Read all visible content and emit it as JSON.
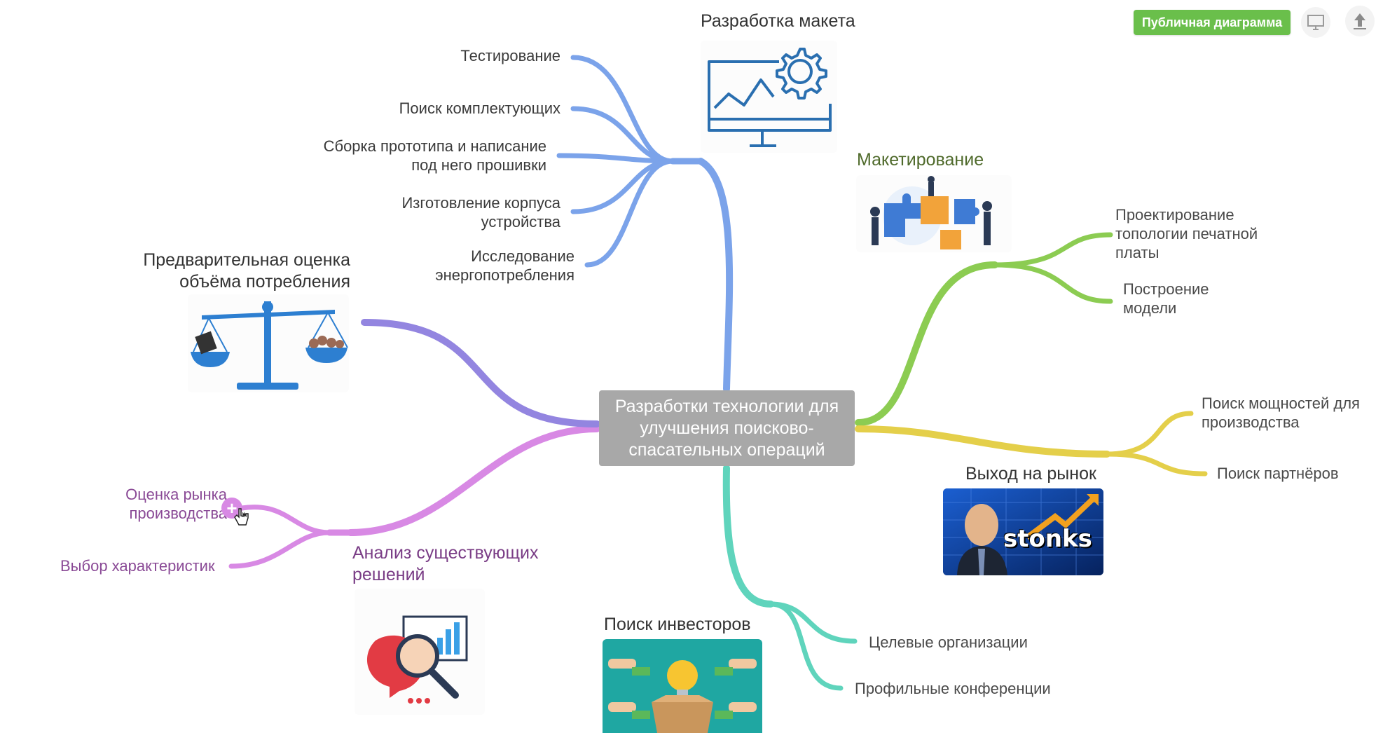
{
  "toolbar": {
    "public_badge": "Публичная диаграмма",
    "present_icon": "monitor-icon",
    "upload_icon": "upload-icon"
  },
  "central": {
    "label": "Разработки технологии для улучшения поисково-спасательных операций",
    "color": "#a8a8a8"
  },
  "branches": {
    "design": {
      "color": "#7ba3ea",
      "title": "Разработка макета",
      "image": "computer-gear-icon",
      "children": [
        "Тестирование",
        "Поиск комплектующих",
        "Сборка прототипа и написание под него прошивки",
        "Изготовление корпуса устройства",
        "Исследование энергопотребления"
      ]
    },
    "prototyping": {
      "color": "#8ccc52",
      "title": "Макетирование",
      "image": "puzzle-team-illustration",
      "children": [
        "Проектирование топологии печатной платы",
        "Построение модели"
      ]
    },
    "market": {
      "color": "#e4cf4a",
      "title": "Выход на рынок",
      "image": "stonks-meme",
      "image_text": "stonks",
      "children": [
        "Поиск мощностей для производства",
        "Поиск партнёров"
      ]
    },
    "investors": {
      "color": "#5fd4bc",
      "title": "Поиск инвесторов",
      "image": "investors-lightbulb-illustration",
      "children": [
        "Целевые организации",
        "Профильные конференции"
      ]
    },
    "analysis": {
      "color": "#d889e4",
      "title": "Анализ существующих решений",
      "image": "analysis-magnifier-icon",
      "children": [
        "Оценка рынка производства",
        "Выбор характеристик"
      ]
    },
    "consumption": {
      "color": "#9385e0",
      "title": "Предварительная оценка объёма потребления",
      "image": "scales-icon"
    }
  }
}
